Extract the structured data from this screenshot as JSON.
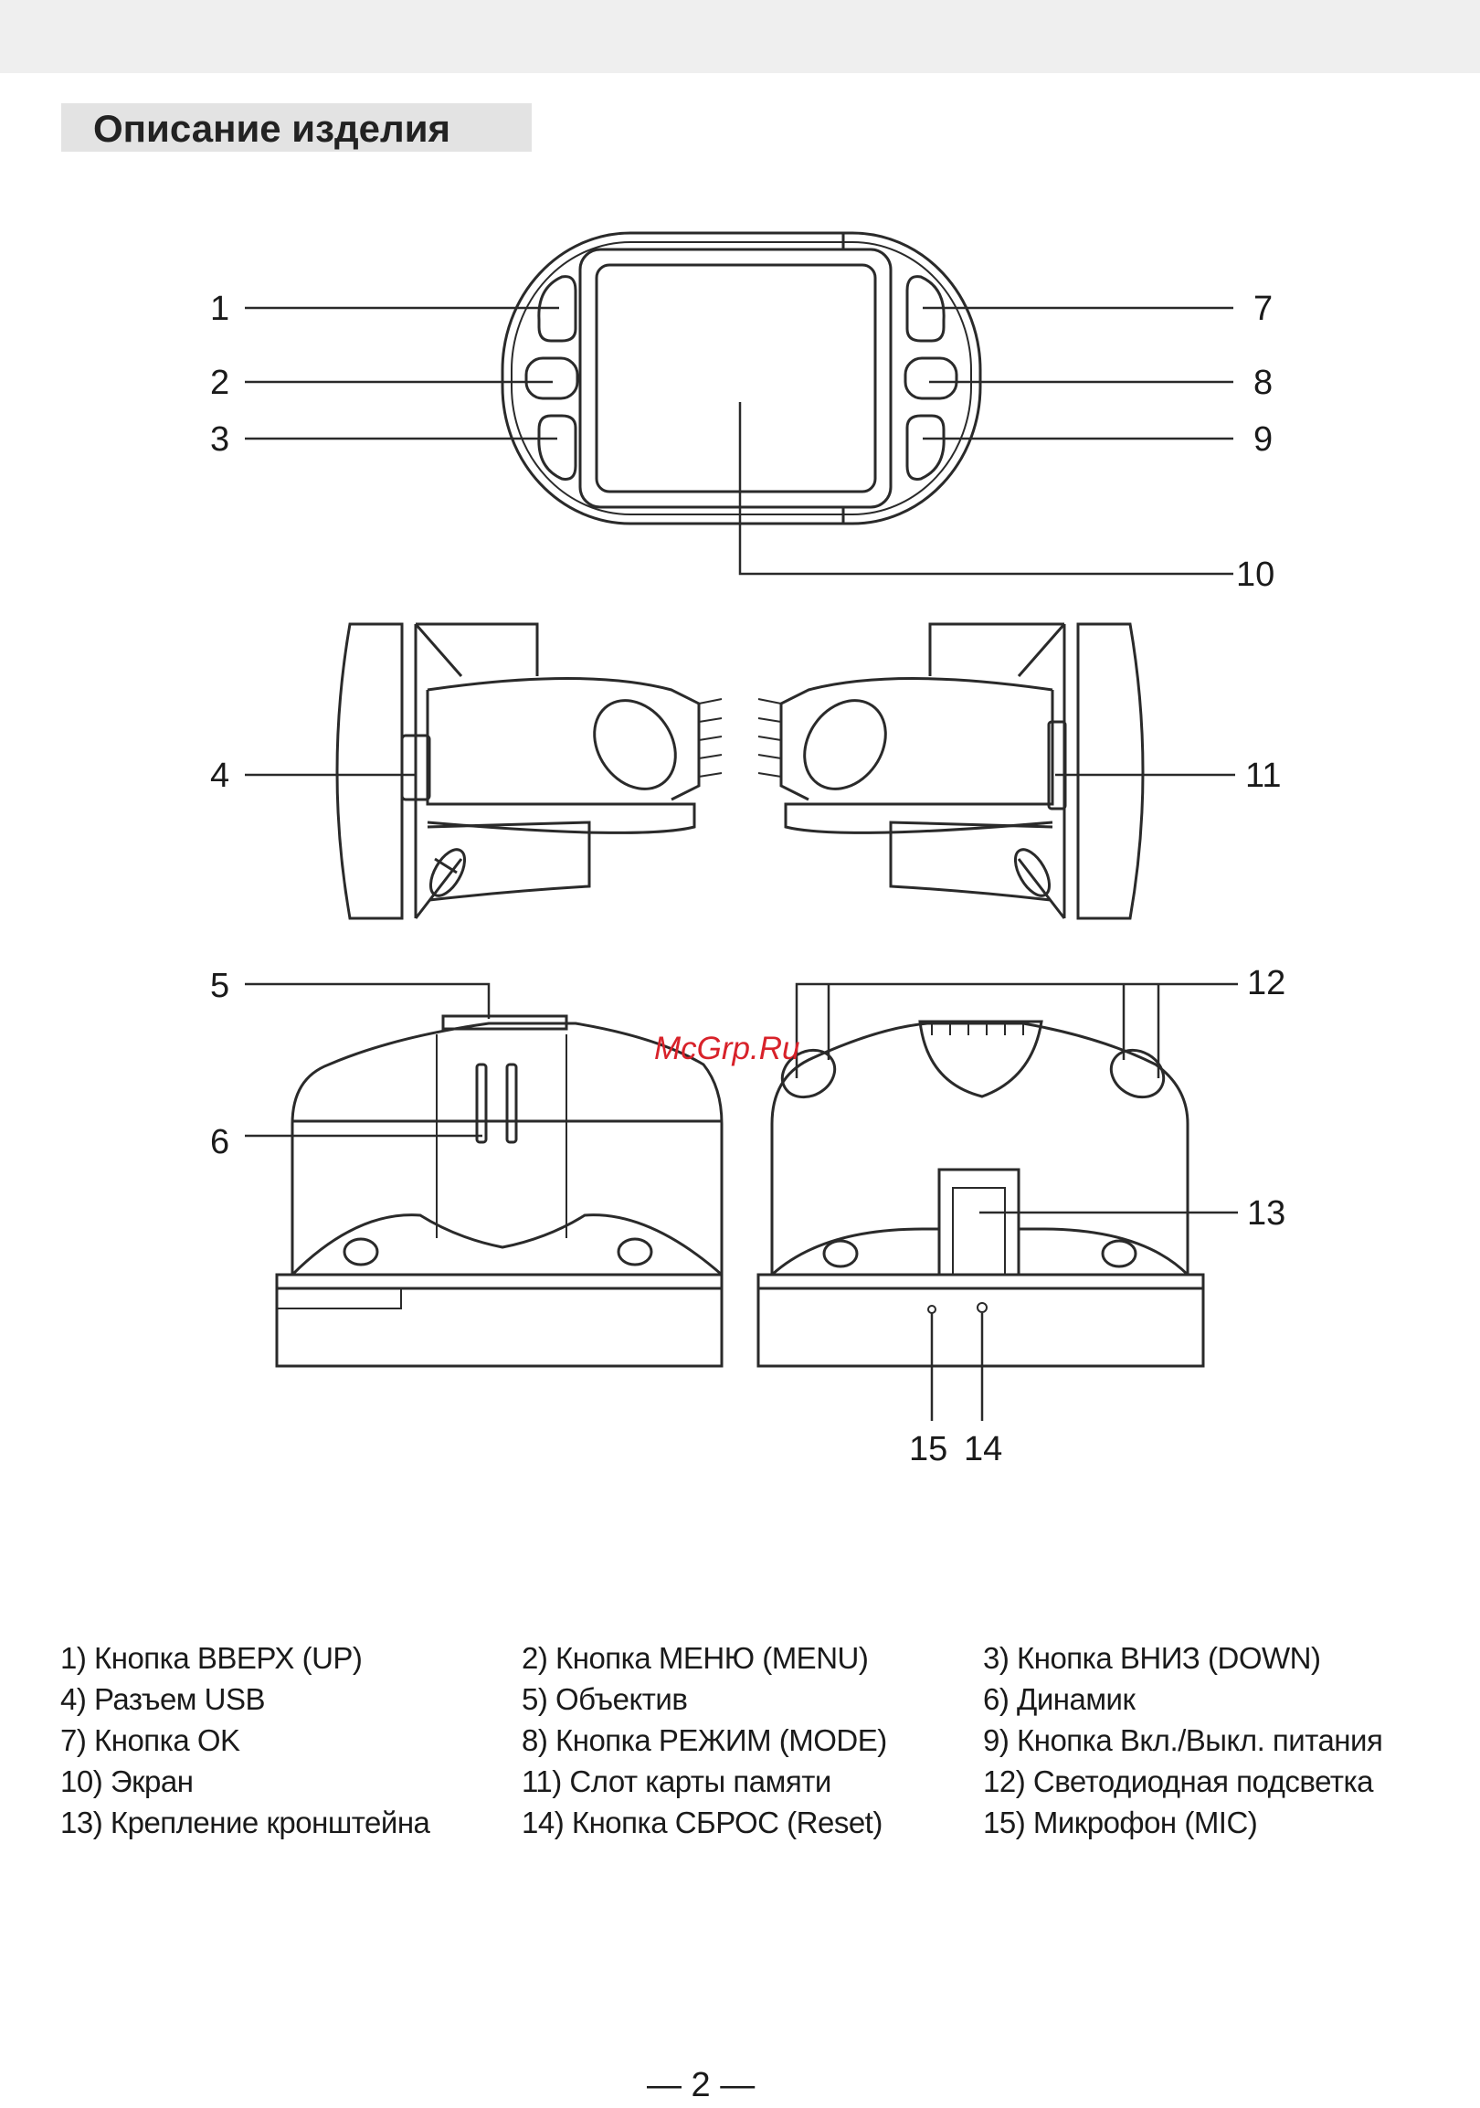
{
  "page": {
    "section_title": "Описание изделия",
    "watermark": "McGrp.Ru",
    "page_number": "— 2 —"
  },
  "callouts": [
    "1",
    "2",
    "3",
    "4",
    "5",
    "6",
    "7",
    "8",
    "9",
    "10",
    "11",
    "12",
    "13",
    "14",
    "15"
  ],
  "legend": [
    "1) Кнопка ВВЕРХ (UP)",
    "2) Кнопка МЕНЮ (MENU)",
    "3) Кнопка ВНИЗ (DOWN)",
    "4) Разъем USB",
    "5) Объектив",
    "6) Динамик",
    "7) Кнопка OK",
    "8) Кнопка РЕЖИМ (MODE)",
    "9) Кнопка Вкл./Выкл. питания",
    "10) Экран",
    "11) Слот карты памяти",
    "12) Светодиодная подсветка",
    "13) Крепление кронштейна",
    "14) Кнопка СБРОС (Reset)",
    "15) Микрофон (MIC)"
  ]
}
